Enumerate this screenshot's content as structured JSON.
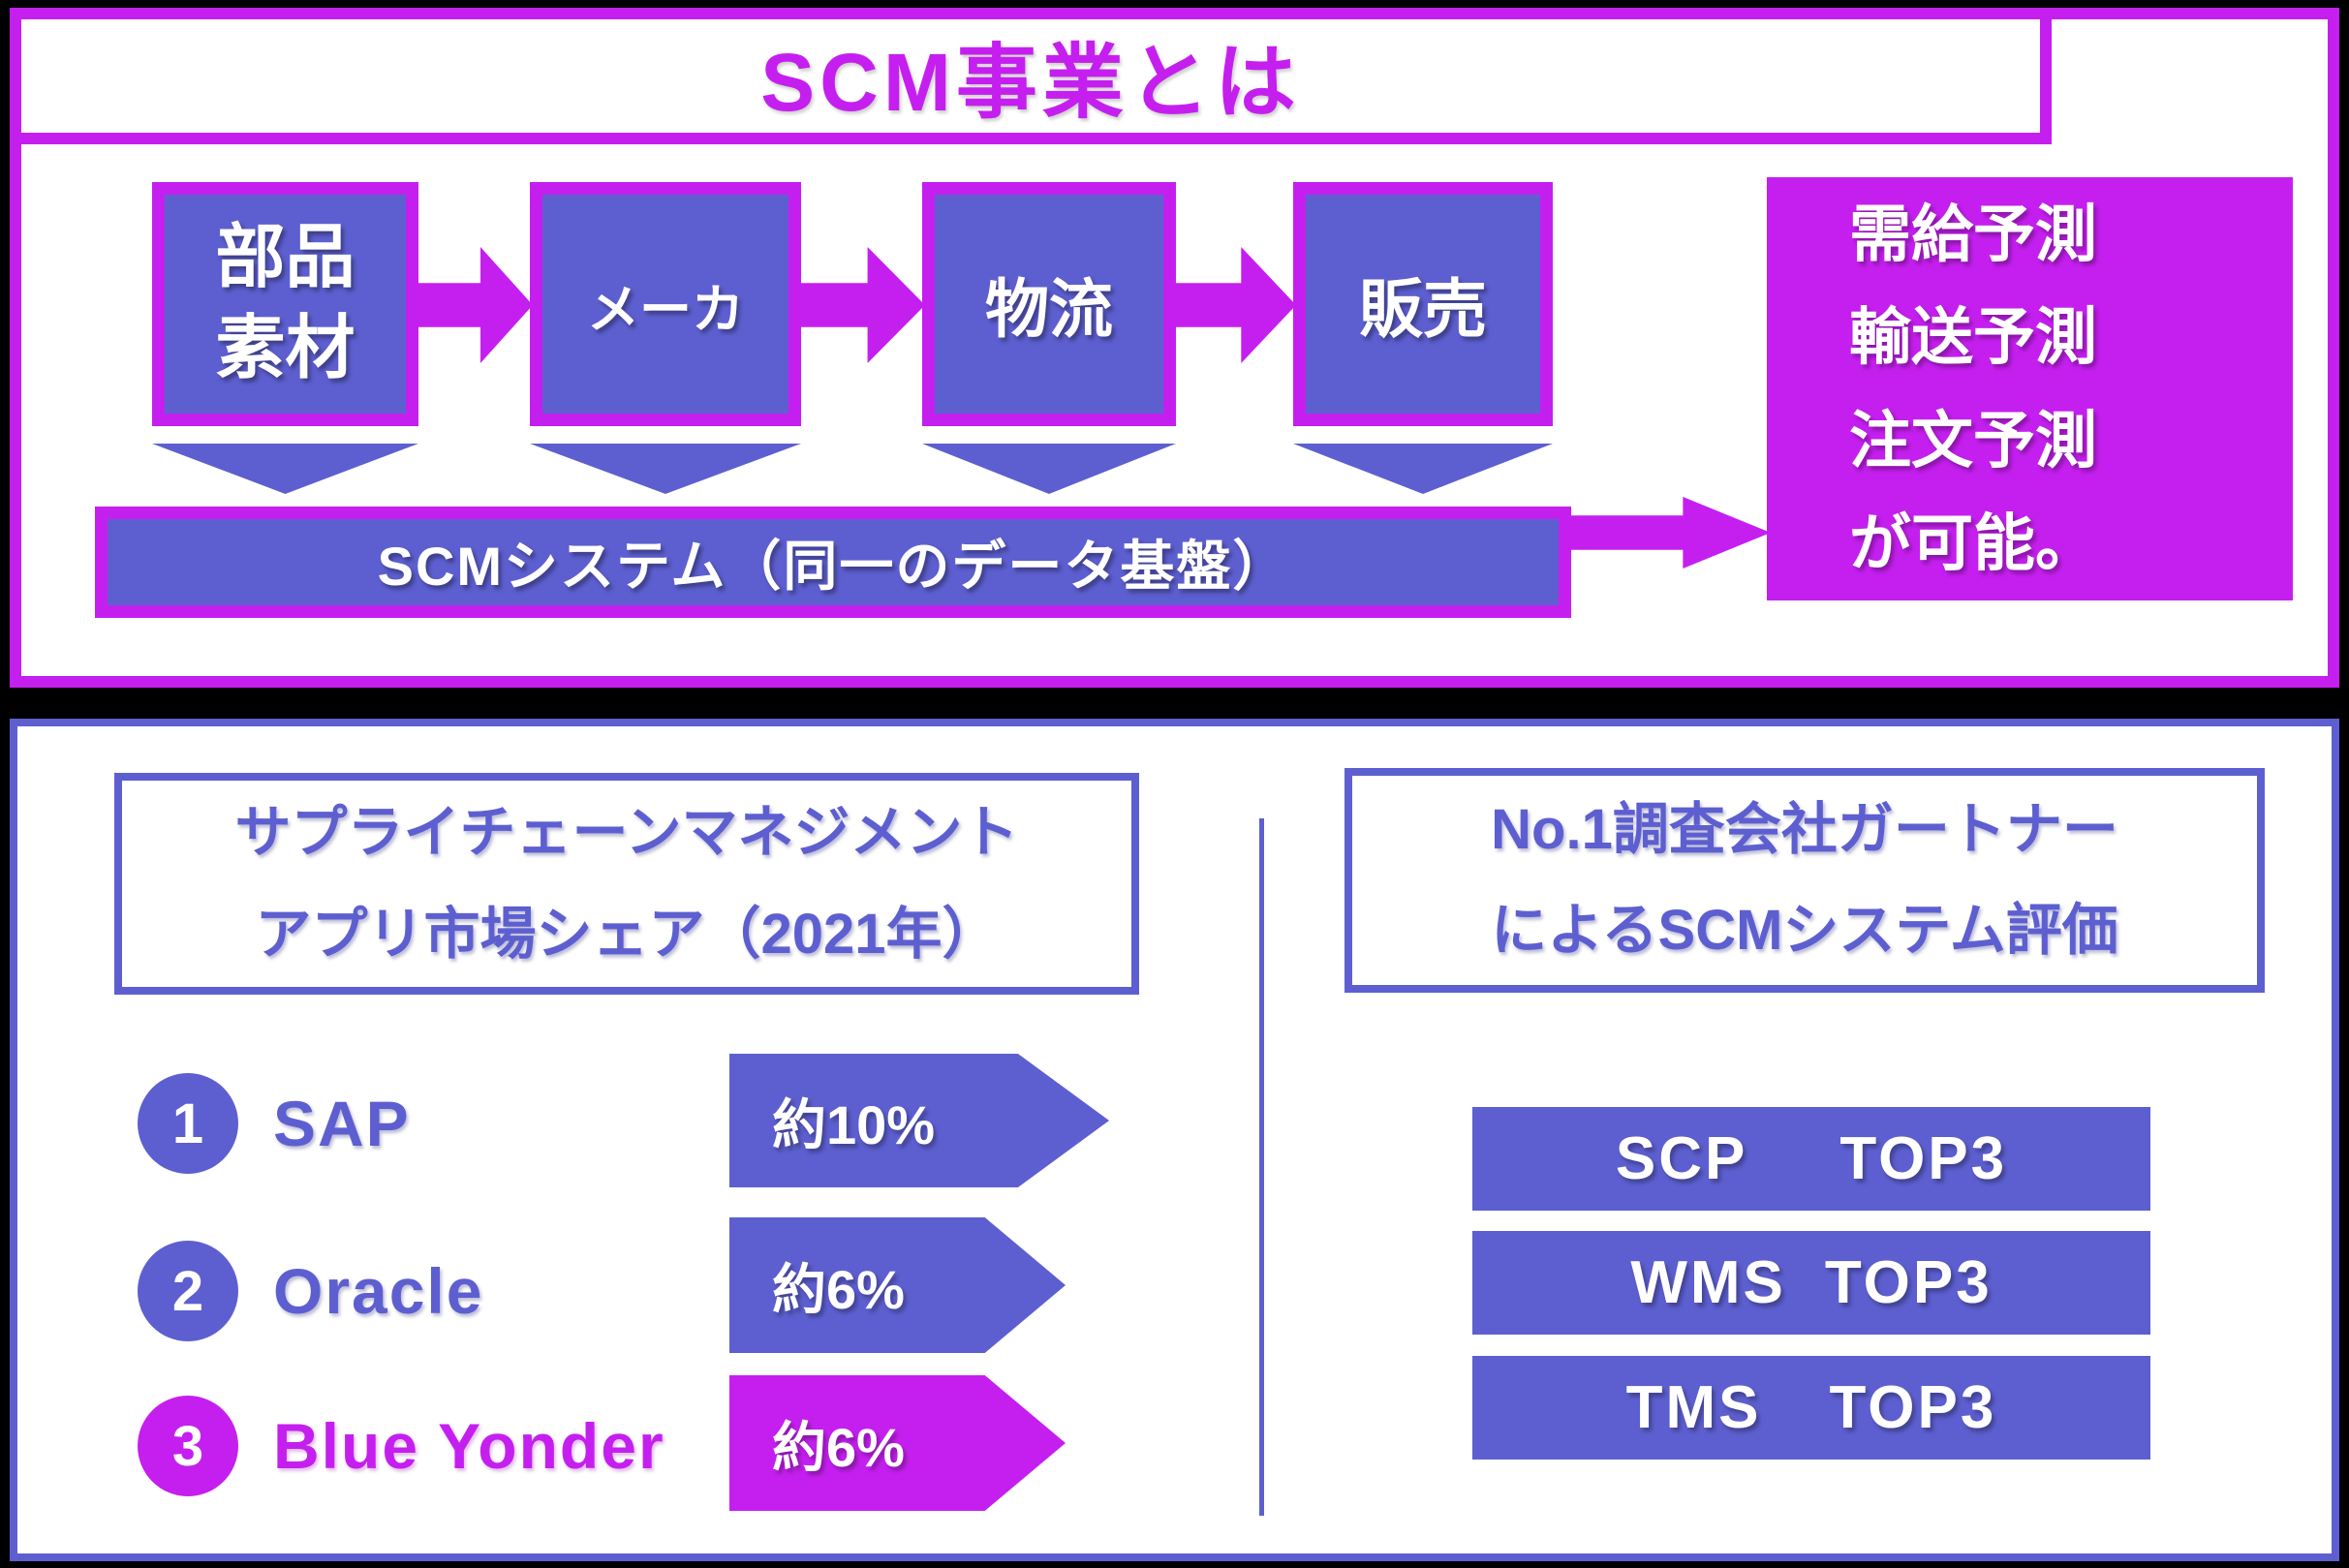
{
  "colors": {
    "magenta": "#C51FEF",
    "slate_blue": "#5D5FD0",
    "panel_bg": "#FFFFFF",
    "page_bg": "#000000"
  },
  "top_section": {
    "title": "SCM事業とは",
    "flow_boxes": [
      {
        "lines": [
          "部品",
          "素材"
        ]
      },
      {
        "lines": [
          "メーカ"
        ]
      },
      {
        "lines": [
          "物流"
        ]
      },
      {
        "lines": [
          "販売"
        ]
      }
    ],
    "scm_bar_label": "SCMシステム（同一のデータ基盤）",
    "result_box_lines": [
      "需給予測",
      "輸送予測",
      "注文予測",
      "が可能。"
    ]
  },
  "bottom_section": {
    "market_share": {
      "title_line1": "サプライチェーンマネジメント",
      "title_line2": "アプリ市場シェア（2021年）",
      "ranking": [
        {
          "rank": "1",
          "name": "SAP",
          "share": "約10%"
        },
        {
          "rank": "2",
          "name": "Oracle",
          "share": "約6%"
        },
        {
          "rank": "3",
          "name": "Blue Yonder",
          "share": "約6%"
        }
      ]
    },
    "gartner": {
      "title_line1": "No.1調査会社ガートナー",
      "title_line2": "によるSCMシステム評価",
      "bars": [
        {
          "category": "SCP",
          "award": "TOP3"
        },
        {
          "category": "WMS",
          "award": "TOP3"
        },
        {
          "category": "TMS",
          "award": "TOP3"
        }
      ]
    }
  }
}
